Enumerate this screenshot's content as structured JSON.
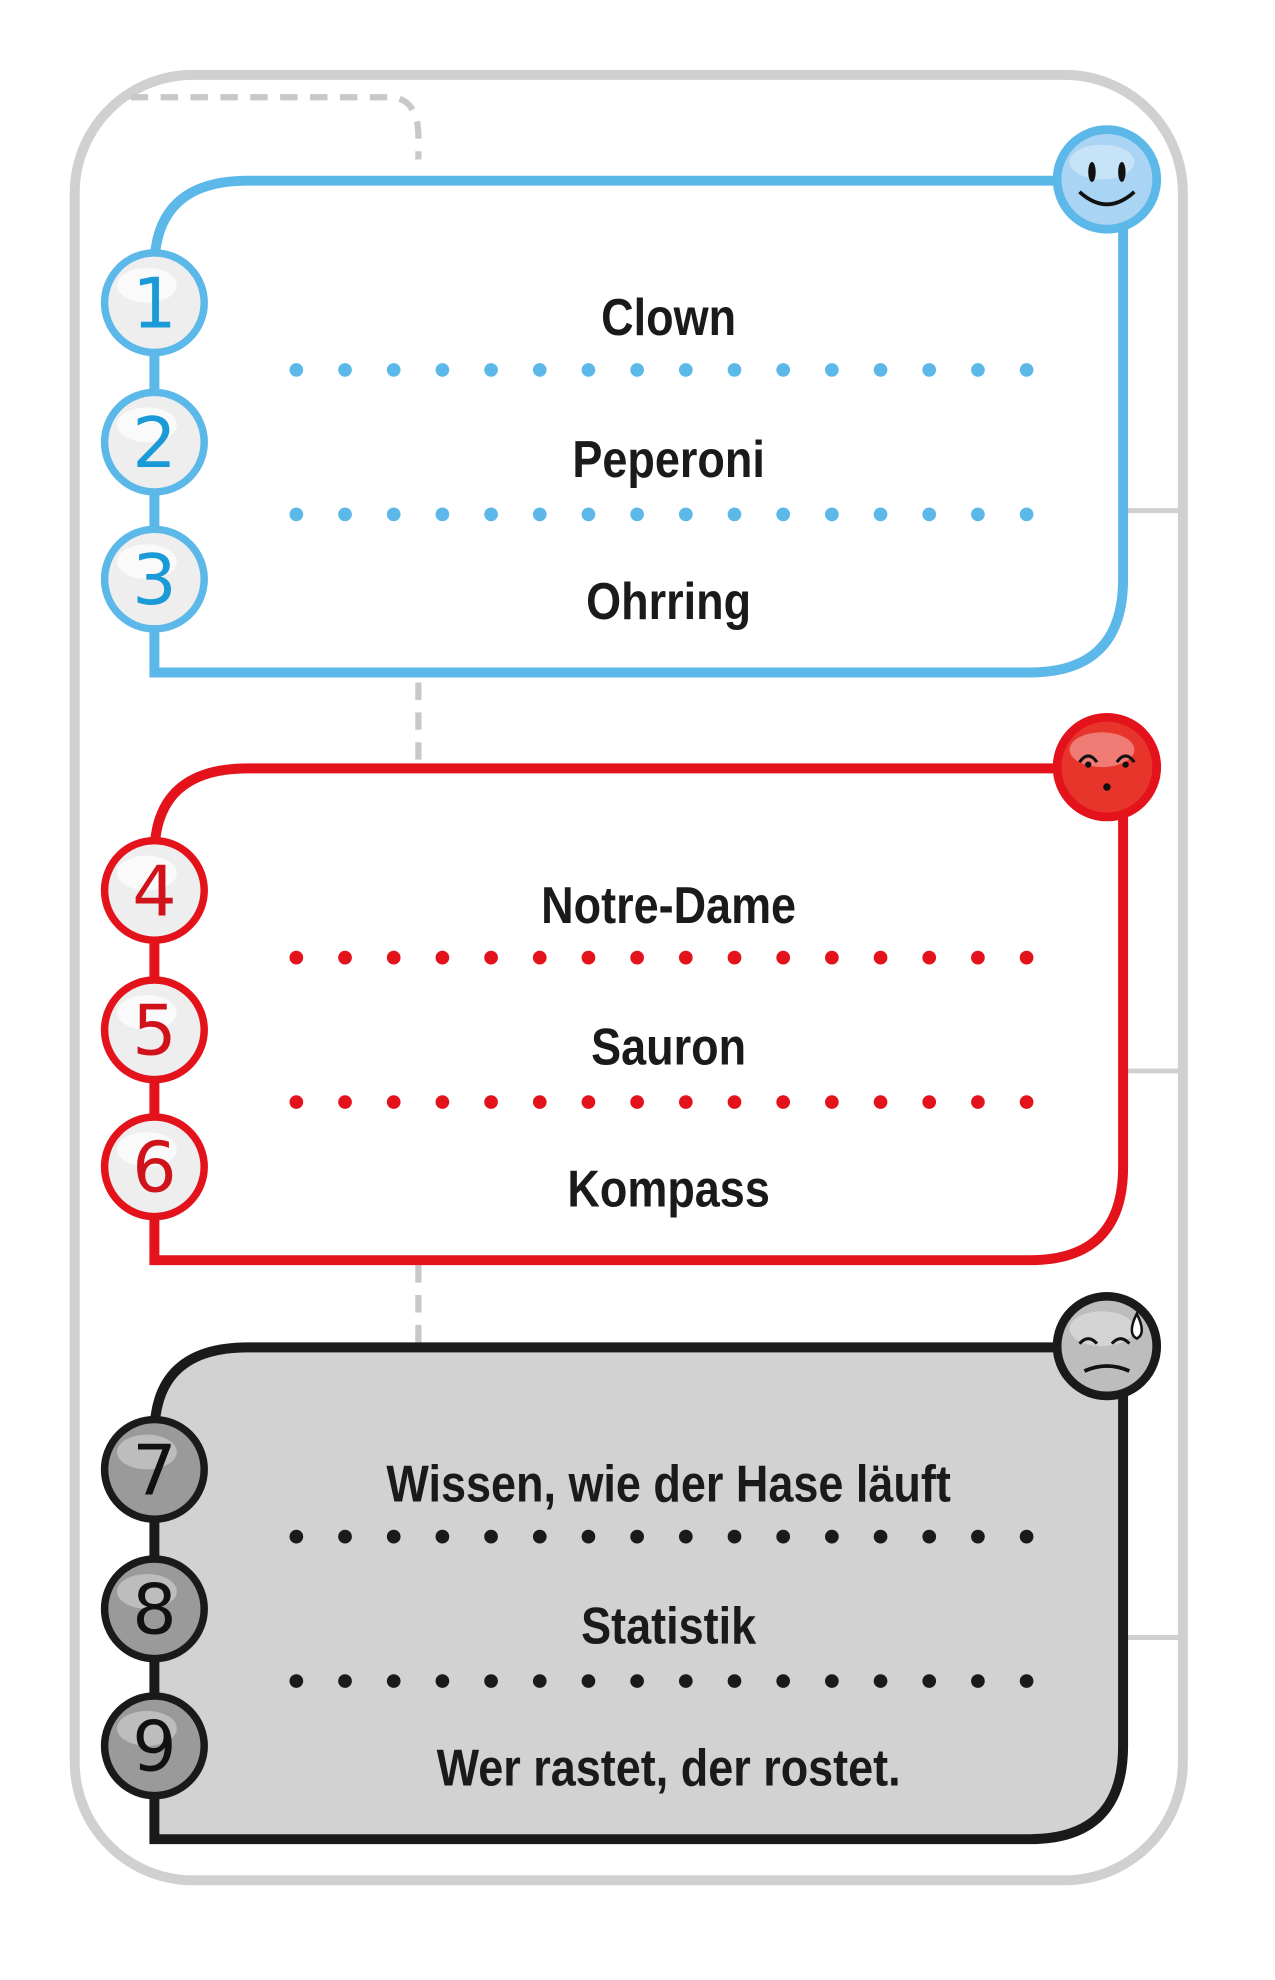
{
  "groups": [
    {
      "name": "blue",
      "color": "#5bb8e8",
      "num_color": "#1a9ad6",
      "fill": "#ffffff",
      "face": "happy",
      "items": [
        {
          "n": "1",
          "label": "Clown"
        },
        {
          "n": "2",
          "label": "Peperoni"
        },
        {
          "n": "3",
          "label": "Ohrring"
        }
      ]
    },
    {
      "name": "red",
      "color": "#e3121b",
      "num_color": "#d0121b",
      "fill": "#ffffff",
      "face": "worried",
      "items": [
        {
          "n": "4",
          "label": "Notre-Dame"
        },
        {
          "n": "5",
          "label": "Sauron"
        },
        {
          "n": "6",
          "label": "Kompass"
        }
      ]
    },
    {
      "name": "black",
      "color": "#1a1a1a",
      "num_color": "#1a1a1a",
      "fill": "#d2d2d2",
      "face": "sweating",
      "items": [
        {
          "n": "7",
          "label": "Wissen, wie der Hase läuft"
        },
        {
          "n": "8",
          "label": "Statistik"
        },
        {
          "n": "9",
          "label": "Wer rastet, der rostet."
        }
      ]
    }
  ],
  "colors": {
    "frame": "#d0d0d0"
  }
}
